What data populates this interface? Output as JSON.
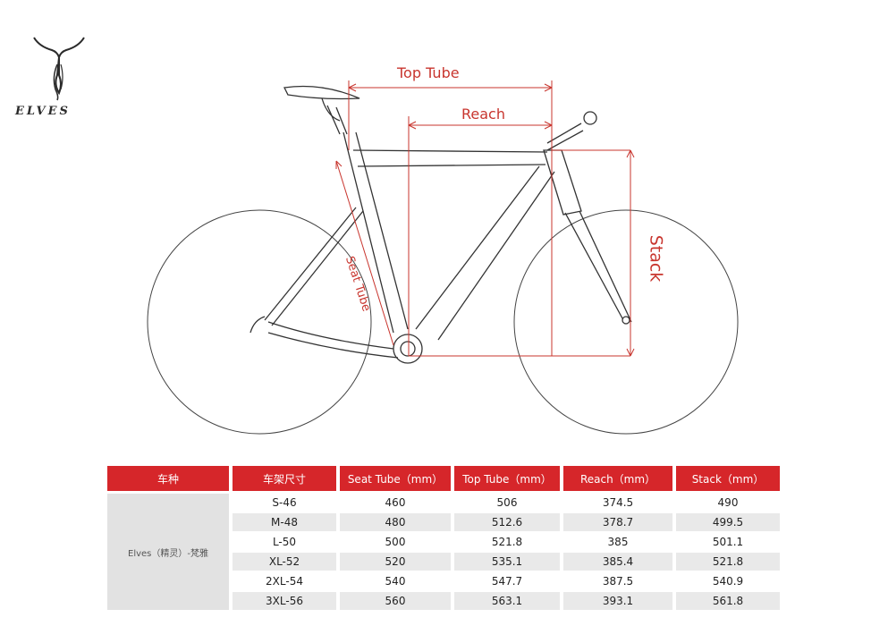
{
  "brand": {
    "name": "ELVES",
    "logo_icon": "antler-logo-icon"
  },
  "diagram": {
    "labels": {
      "top_tube": "Top Tube",
      "reach": "Reach",
      "seat_tube": "Seat Tube",
      "stack": "Stack"
    },
    "colors": {
      "dimension": "#c8352e",
      "frame": "#333333",
      "table_header": "#d6262a"
    }
  },
  "table": {
    "headers": [
      "车种",
      "车架尺寸",
      "Seat Tube（mm）",
      "Top Tube（mm）",
      "Reach（mm）",
      "Stack（mm）"
    ],
    "model": "Elves（精灵）-梵雅",
    "rows": [
      {
        "size": "S-46",
        "seat_tube": "460",
        "top_tube": "506",
        "reach": "374.5",
        "stack": "490"
      },
      {
        "size": "M-48",
        "seat_tube": "480",
        "top_tube": "512.6",
        "reach": "378.7",
        "stack": "499.5"
      },
      {
        "size": "L-50",
        "seat_tube": "500",
        "top_tube": "521.8",
        "reach": "385",
        "stack": "501.1"
      },
      {
        "size": "XL-52",
        "seat_tube": "520",
        "top_tube": "535.1",
        "reach": "385.4",
        "stack": "521.8"
      },
      {
        "size": "2XL-54",
        "seat_tube": "540",
        "top_tube": "547.7",
        "reach": "387.5",
        "stack": "540.9"
      },
      {
        "size": "3XL-56",
        "seat_tube": "560",
        "top_tube": "563.1",
        "reach": "393.1",
        "stack": "561.8"
      }
    ]
  }
}
